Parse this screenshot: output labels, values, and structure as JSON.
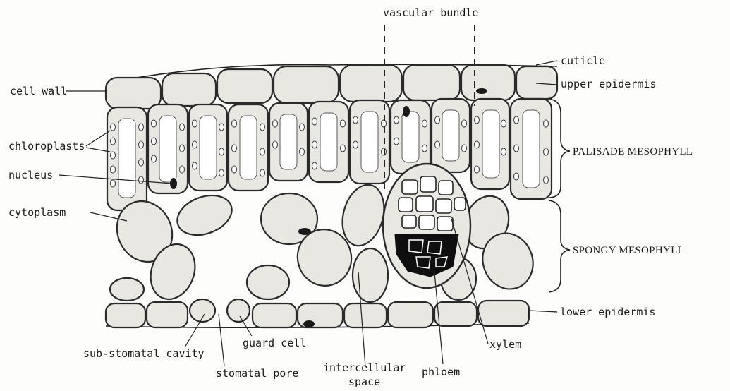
{
  "labels": {
    "vascular_bundle": "vascular bundle",
    "cuticle": "cuticle",
    "upper_epidermis": "upper epidermis",
    "cell_wall": "cell wall",
    "chloroplasts": "chloroplasts",
    "nucleus": "nucleus",
    "cytoplasm": "cytoplasm",
    "palisade_mesophyll": "PALISADE MESOPHYLL",
    "spongy_mesophyll": "SPONGY MESOPHYLL",
    "lower_epidermis": "lower epidermis",
    "sub_stomatal_cavity": "sub-stomatal cavity",
    "guard_cell": "guard cell",
    "stomatal_pore": "stomatal pore",
    "intercellular_space_line1": "intercellular",
    "intercellular_space_line2": "space",
    "phloem": "phloem",
    "xylem": "xylem"
  }
}
